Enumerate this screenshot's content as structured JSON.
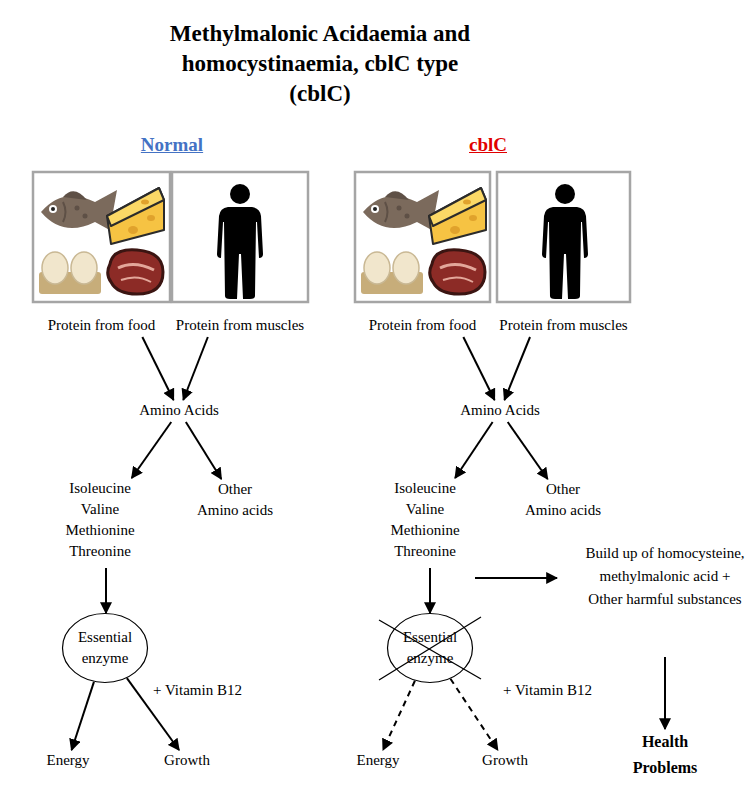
{
  "diagram": {
    "title": "Methylmalonic Acidaemia and homocystinaemia, cblC type (cblC)",
    "nodes": [
      {
        "text": [
          "Protein from food"
        ]
      },
      {
        "text": [
          "Protein from muscles"
        ]
      },
      {
        "text": [
          "Amino Acids"
        ]
      },
      {
        "text": [
          "Isoleucine Valine Methionine Threonine"
        ]
      },
      {
        "text": [
          "Other Amino acids"
        ]
      },
      {
        "text": [
          "Essential enzyme"
        ]
      },
      {
        "text": [
          "Energy"
        ]
      },
      {
        "text": [
          "Growth"
        ]
      },
      {
        "text": [
          "Protein from food"
        ]
      },
      {
        "text": [
          "Protein from muscles"
        ]
      },
      {
        "text": [
          "Amino Acids"
        ]
      },
      {
        "text": [
          "Isoleucine Valine Methionine Threonine"
        ]
      },
      {
        "text": [
          "Other Amino acids"
        ]
      },
      {
        "text": [
          "Essential enzyme"
        ]
      },
      {
        "text": [
          "Energy"
        ]
      },
      {
        "text": [
          "Growth"
        ]
      },
      {
        "text": [
          "Build up of homocysteine, methylmalonic acid + Other harmful substances"
        ]
      },
      {
        "text": [
          "Health Problems"
        ]
      }
    ],
    "edges": [
      {
        "from": 0,
        "to": 2,
        "arrow": "to"
      },
      {
        "from": 1,
        "to": 2,
        "arrow": "to"
      },
      {
        "from": 2,
        "to": 3,
        "arrow": "to"
      },
      {
        "from": 2,
        "to": 4,
        "arrow": "to"
      },
      {
        "from": 3,
        "to": 5,
        "arrow": "to"
      },
      {
        "from": 5,
        "to": 6,
        "arrow": "to"
      },
      {
        "from": 5,
        "to": 7,
        "arrow": "to"
      },
      {
        "from": 8,
        "to": 10,
        "arrow": "to"
      },
      {
        "from": 9,
        "to": 10,
        "arrow": "to"
      },
      {
        "from": 10,
        "to": 11,
        "arrow": "to"
      },
      {
        "from": 10,
        "to": 12,
        "arrow": "to"
      },
      {
        "from": 11,
        "to": 13,
        "arrow": "to"
      },
      {
        "from": 13,
        "to": 14,
        "arrow": "to"
      },
      {
        "from": 13,
        "to": 15,
        "arrow": "to"
      },
      {
        "from": 11,
        "to": 16,
        "arrow": "to"
      },
      {
        "from": 16,
        "to": 17,
        "arrow": "to"
      }
    ],
    "labels": [
      "Normal",
      "cblC",
      "+ Vitamin B12",
      "+ Vitamin B12"
    ]
  }
}
